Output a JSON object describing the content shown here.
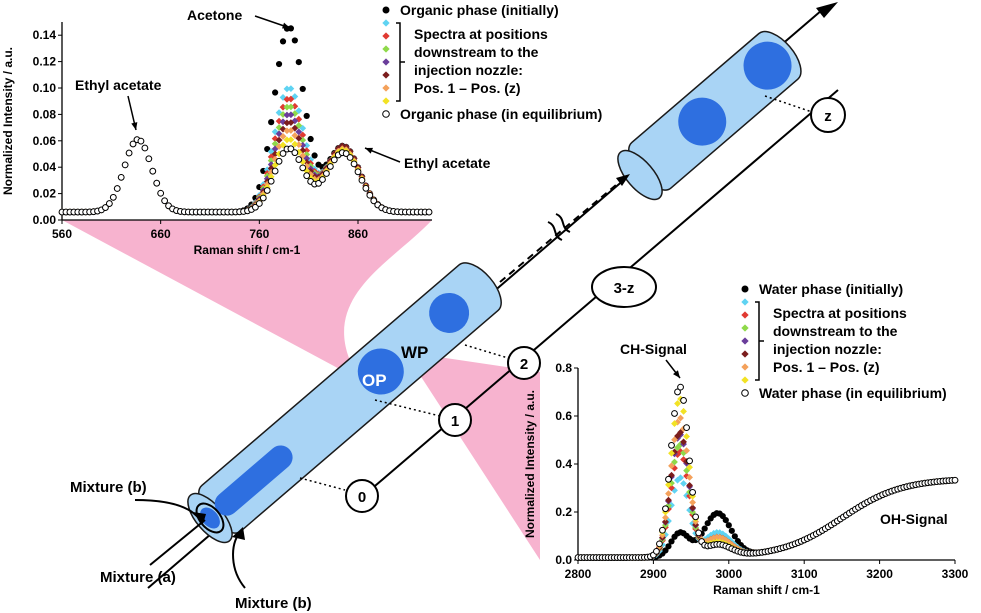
{
  "colors": {
    "tube_fill": "#a9d4f5",
    "tube_stroke": "#1a1a1a",
    "droplet": "#2e6fe0",
    "pink": "#f7b3cf",
    "series": [
      "#000000",
      "#5fd3f2",
      "#e03a32",
      "#8fd94a",
      "#6a3d9a",
      "#7b1d1d",
      "#f4a15b",
      "#f2e224",
      "#ffffff"
    ]
  },
  "labels": {
    "op": "OP",
    "wp": "WP",
    "mixture_b_top": "Mixture (b)",
    "mixture_a": "Mixture (a)",
    "mixture_b_bottom": "Mixture (b)",
    "pos_0": "0",
    "pos_1": "1",
    "pos_2": "2",
    "pos_3z": "3-z",
    "pos_z": "z"
  },
  "chart_data": [
    {
      "type": "scatter",
      "title": "",
      "xlabel": "Raman shift / cm-1",
      "ylabel": "Normalized Intensity / a.u.",
      "xlim": [
        560,
        935
      ],
      "ylim": [
        0,
        0.15
      ],
      "xticks": [
        "560",
        "660",
        "760",
        "860"
      ],
      "yticks": [
        "0.00",
        "0.02",
        "0.04",
        "0.06",
        "0.08",
        "0.10",
        "0.12",
        "0.14"
      ],
      "annotations": [
        "Acetone",
        "Ethyl acetate",
        "Ethyl acetate"
      ],
      "legend": {
        "entries": [
          "Organic phase (initially)",
          "Spectra at positions downstream to the injection nozzle: Pos. 1 – Pos. (z)",
          "Organic phase (in equilibrium)"
        ],
        "lines": [
          "Organic phase (initially)",
          "Spectra at positions",
          "downstream to the",
          "injection nozzle:",
          "Pos. 1 – Pos. (z)",
          "Organic phase (in equilibrium)"
        ]
      },
      "peaks": {
        "base": 0.006,
        "p1": {
          "center": 637,
          "width": 14
        },
        "p2": {
          "center": 790,
          "width": 15
        },
        "p3": {
          "center": 845,
          "width": 17
        }
      },
      "series": [
        {
          "name": "Organic phase (initially)",
          "amps": [
            0.055,
            0.14,
            0.05
          ]
        },
        {
          "amps": [
            0.055,
            0.094,
            0.05
          ]
        },
        {
          "amps": [
            0.055,
            0.086,
            0.05
          ]
        },
        {
          "amps": [
            0.055,
            0.08,
            0.05
          ]
        },
        {
          "amps": [
            0.055,
            0.074,
            0.05
          ]
        },
        {
          "amps": [
            0.055,
            0.068,
            0.05
          ]
        },
        {
          "amps": [
            0.055,
            0.062,
            0.048
          ]
        },
        {
          "amps": [
            0.055,
            0.055,
            0.047
          ]
        },
        {
          "name": "Organic phase (in equilibrium)",
          "amps": [
            0.055,
            0.048,
            0.045
          ]
        }
      ]
    },
    {
      "type": "scatter",
      "title": "",
      "xlabel": "Raman shift / cm-1",
      "ylabel": "Normalized Intensity / a.u.",
      "xlim": [
        2800,
        3300
      ],
      "ylim": [
        0,
        0.8
      ],
      "xticks": [
        "2800",
        "2900",
        "3000",
        "3100",
        "3200",
        "3300"
      ],
      "yticks": [
        "0.0",
        "0.2",
        "0.4",
        "0.6",
        "0.8"
      ],
      "annotations": [
        "CH-Signal",
        "OH-Signal"
      ],
      "legend": {
        "entries": [
          "Water phase (initially)",
          "Spectra at positions downstream to the injection nozzle: Pos. 1 – Pos. (z)",
          "Water phase (in equilibrium)"
        ],
        "lines": [
          "Water phase (initially)",
          "Spectra at positions",
          "downstream to the",
          "injection nozzle:",
          "Pos. 1 – Pos. (z)",
          "Water phase (in equilibrium)"
        ]
      },
      "peaks": {
        "ch": {
          "center": 2935,
          "width": 12
        },
        "sh": {
          "center": 2985,
          "width": 18
        },
        "oh": {
          "center": 3260,
          "amp": 0.33
        }
      },
      "series": [
        {
          "name": "Water phase (initially)",
          "amps": [
            0.1,
            0.18
          ]
        },
        {
          "amps": [
            0.33,
            0.1
          ]
        },
        {
          "amps": [
            0.44,
            0.08
          ]
        },
        {
          "amps": [
            0.47,
            0.08
          ]
        },
        {
          "amps": [
            0.51,
            0.08
          ]
        },
        {
          "amps": [
            0.52,
            0.08
          ]
        },
        {
          "amps": [
            0.58,
            0.08
          ]
        },
        {
          "amps": [
            0.66,
            0.06
          ]
        },
        {
          "name": "Water phase (in equilibrium)",
          "amps": [
            0.71,
            0.05
          ]
        }
      ]
    }
  ]
}
